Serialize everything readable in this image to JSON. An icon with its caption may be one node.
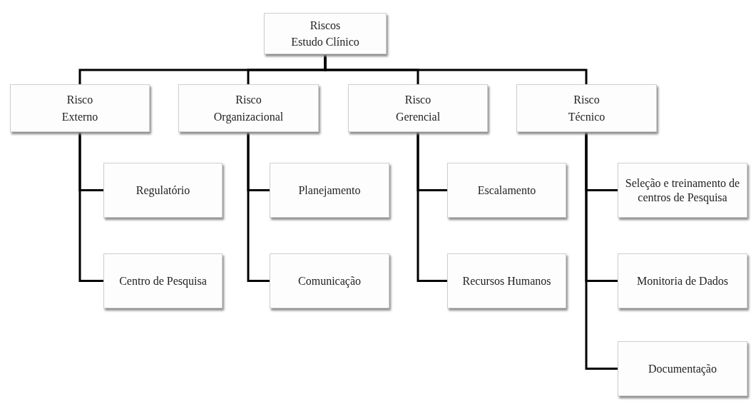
{
  "diagram": {
    "nodes": [
      {
        "text": [
          "Riscos",
          "Estudo Clínico"
        ]
      },
      {
        "text": [
          "Risco",
          "Externo"
        ]
      },
      {
        "text": [
          "Risco",
          "Organizacional"
        ]
      },
      {
        "text": [
          "Risco",
          "Gerencial"
        ]
      },
      {
        "text": [
          "Risco",
          "Técnico"
        ]
      },
      {
        "text": [
          "Regulatório"
        ]
      },
      {
        "text": [
          "Centro de Pesquisa"
        ]
      },
      {
        "text": [
          "Planejamento"
        ]
      },
      {
        "text": [
          "Comunicação"
        ]
      },
      {
        "text": [
          "Escalamento"
        ]
      },
      {
        "text": [
          "Recursos Humanos"
        ]
      },
      {
        "text": [
          "Seleção e treinamento de centros de Pesquisa"
        ]
      },
      {
        "text": [
          "Monitoria de Dados"
        ]
      },
      {
        "text": [
          "Documentação"
        ]
      }
    ],
    "edges": [
      {
        "from": 0,
        "to": 1,
        "arrow": "none"
      },
      {
        "from": 0,
        "to": 2,
        "arrow": "none"
      },
      {
        "from": 0,
        "to": 3,
        "arrow": "none"
      },
      {
        "from": 0,
        "to": 4,
        "arrow": "none"
      },
      {
        "from": 1,
        "to": 5,
        "arrow": "none"
      },
      {
        "from": 1,
        "to": 6,
        "arrow": "none"
      },
      {
        "from": 2,
        "to": 7,
        "arrow": "none"
      },
      {
        "from": 2,
        "to": 8,
        "arrow": "none"
      },
      {
        "from": 3,
        "to": 9,
        "arrow": "none"
      },
      {
        "from": 3,
        "to": 10,
        "arrow": "none"
      },
      {
        "from": 4,
        "to": 11,
        "arrow": "none"
      },
      {
        "from": 4,
        "to": 12,
        "arrow": "none"
      },
      {
        "from": 4,
        "to": 13,
        "arrow": "none"
      }
    ]
  }
}
